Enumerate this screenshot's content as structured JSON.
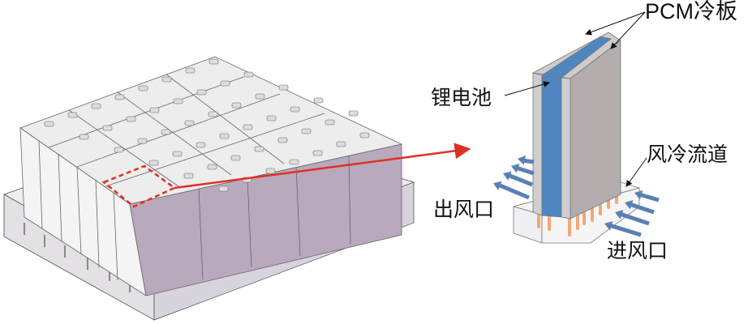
{
  "labels": {
    "pcm_plate": "PCM冷板",
    "li_battery": "锂电池",
    "air_channel": "风冷流道",
    "air_outlet": "出风口",
    "air_inlet": "进风口"
  },
  "colors": {
    "battery_blue": "#4f86c0",
    "plate_gray": "#c9c5c6",
    "side_gray": "#b3adae",
    "pack_front": "#b9a9bd",
    "highlight_red": "#e03025",
    "airflow_blue": "#5a7fb5",
    "pin_orange": "#f0a878"
  }
}
